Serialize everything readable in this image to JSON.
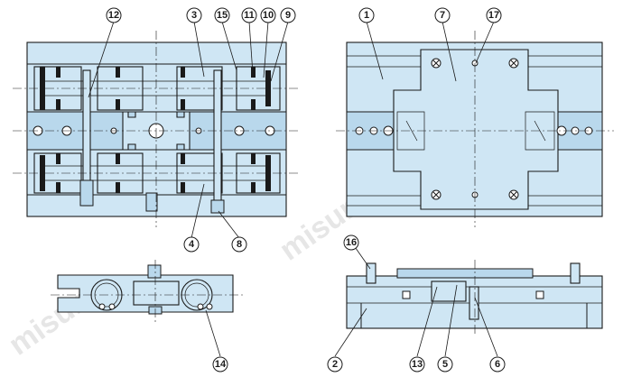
{
  "watermark": {
    "text": "misumi"
  },
  "callouts": [
    {
      "id": "c1",
      "label": "1"
    },
    {
      "id": "c2",
      "label": "2"
    },
    {
      "id": "c3",
      "label": "3"
    },
    {
      "id": "c4",
      "label": "4"
    },
    {
      "id": "c5",
      "label": "5"
    },
    {
      "id": "c6",
      "label": "6"
    },
    {
      "id": "c7",
      "label": "7"
    },
    {
      "id": "c8",
      "label": "8"
    },
    {
      "id": "c9",
      "label": "9"
    },
    {
      "id": "c10",
      "label": "10"
    },
    {
      "id": "c11",
      "label": "11"
    },
    {
      "id": "c12",
      "label": "12"
    },
    {
      "id": "c13",
      "label": "13"
    },
    {
      "id": "c14",
      "label": "14"
    },
    {
      "id": "c15",
      "label": "15"
    },
    {
      "id": "c16",
      "label": "16"
    },
    {
      "id": "c17",
      "label": "17"
    }
  ],
  "colors": {
    "part_fill": "#cfe6f4",
    "outline": "#1a1a1a",
    "watermark": "#e6e6e6"
  }
}
